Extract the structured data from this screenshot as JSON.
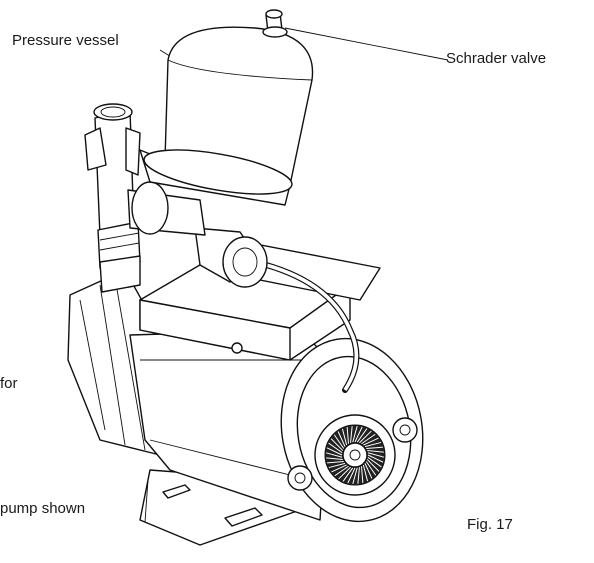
{
  "labels": {
    "pressure_vessel": "Pressure vessel",
    "schrader_valve": "Schrader valve",
    "partial_left_text": "for",
    "partial_bottom_text": "pump shown",
    "figure_number": "Fig. 17"
  },
  "colors": {
    "line": "#111111",
    "background": "#ffffff",
    "text": "#1a1a1a"
  }
}
